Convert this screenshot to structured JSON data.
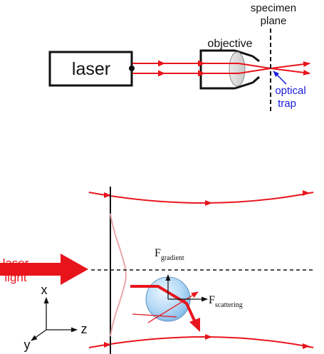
{
  "top_diagram": {
    "laser_label": "laser",
    "objective_label": "objective",
    "specimen_plane_label": [
      "specimen",
      "plane"
    ],
    "optical_trap_label": [
      "optical",
      "trap"
    ]
  },
  "bottom_diagram": {
    "laser_light_label": [
      "laser",
      "light"
    ],
    "f_gradient": {
      "symbol": "F",
      "subscript": "gradient"
    },
    "f_scattering": {
      "symbol": "F",
      "subscript": "scattering"
    },
    "axes": {
      "x": "x",
      "y": "y",
      "z": "z"
    }
  },
  "colors": {
    "beam": "#e8141c",
    "trap_label": "#1a1adf",
    "sphere": "#a9d3f5",
    "ink": "#111111"
  }
}
